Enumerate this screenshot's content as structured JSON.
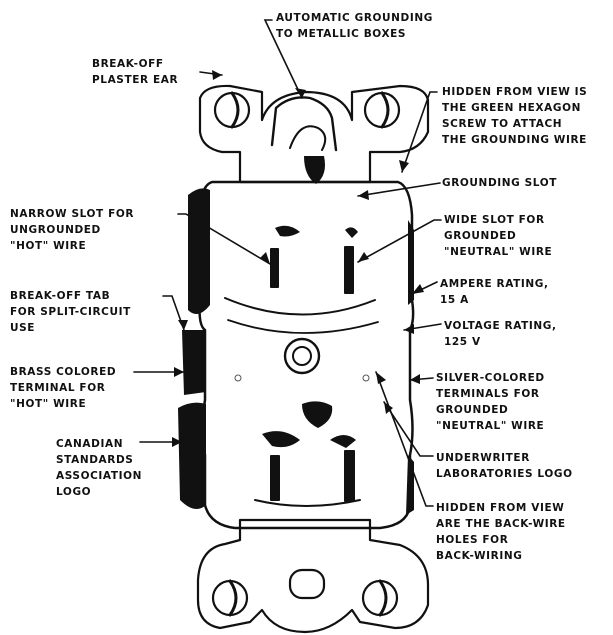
{
  "colors": {
    "ink": "#111111",
    "paper": "#ffffff",
    "outlet_body": "#ffffff",
    "outlet_dark": "#1a1a1a"
  },
  "callouts": {
    "automatic_grounding": [
      "AUTOMATIC GROUNDING",
      "TO METALLIC BOXES"
    ],
    "plaster_ear": [
      "BREAK-OFF",
      "PLASTER EAR"
    ],
    "hidden_green_screw": [
      "HIDDEN FROM VIEW IS",
      "THE GREEN HEXAGON",
      "SCREW TO ATTACH",
      "THE GROUNDING WIRE"
    ],
    "grounding_slot": [
      "GROUNDING SLOT"
    ],
    "narrow_slot": [
      "NARROW SLOT FOR",
      "UNGROUNDED",
      "\"HOT\" WIRE"
    ],
    "wide_slot": [
      "WIDE SLOT FOR",
      "GROUNDED",
      "\"NEUTRAL\" WIRE"
    ],
    "ampere_rating": [
      "AMPERE RATING,",
      "15 A"
    ],
    "break_off_tab": [
      "BREAK-OFF TAB",
      "FOR SPLIT-CIRCUIT",
      "USE"
    ],
    "voltage_rating": [
      "VOLTAGE RATING,",
      "125 V"
    ],
    "brass_terminal": [
      "BRASS COLORED",
      "TERMINAL FOR",
      "\"HOT\" WIRE"
    ],
    "silver_terminals": [
      "SILVER-COLORED",
      "TERMINALS FOR",
      "GROUNDED",
      "\"NEUTRAL\" WIRE"
    ],
    "csa_logo": [
      "CANADIAN",
      "STANDARDS",
      "ASSOCIATION",
      "LOGO"
    ],
    "ul_logo": [
      "UNDERWRITER",
      "LABORATORIES LOGO"
    ],
    "back_wire": [
      "HIDDEN FROM VIEW",
      "ARE THE BACK-WIRE",
      "HOLES FOR",
      "BACK-WIRING"
    ]
  }
}
